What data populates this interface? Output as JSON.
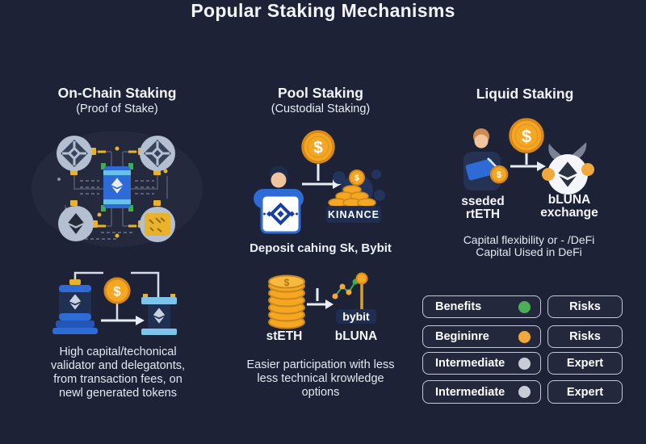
{
  "title": "Popular Staking Mechanisms",
  "symbols": {
    "dollar": "$"
  },
  "columns": {
    "onchain": {
      "heading": "On-Chain Staking",
      "subheading": "(Proof of Stake)",
      "caption_lines": [
        "High capital/techonical",
        "validator and delegatonts,",
        "from transaction fees, on",
        "newl generated tokens"
      ]
    },
    "pool": {
      "heading": "Pool Staking",
      "subheading": "(Custodial Staking)",
      "exchange_label": "KINANCE",
      "caption1": "Deposit cahing Sk, Bybit",
      "stack_label": "stETH",
      "chart_label": "bybit",
      "chart_sublabel": "bLUNA",
      "caption2_lines": [
        "Easier participation with less",
        "less technical krowledge",
        "options"
      ]
    },
    "liquid": {
      "heading": "Liquid Staking",
      "person_label_lines": [
        "sseded",
        "rtETH"
      ],
      "exchange_label_lines": [
        "bLUNA",
        "exchange"
      ],
      "caption_lines": [
        "Capital flexibility or - /DeFi",
        "Capital Uised in DeFi"
      ]
    }
  },
  "legend": {
    "rows": [
      {
        "left": "Benefits",
        "right": "Risks",
        "dot": "green"
      },
      {
        "left": "Begininre",
        "right": "Risks",
        "dot": "yellow"
      },
      {
        "left": "Intermediate",
        "right": "Expert",
        "dot": "gray"
      },
      {
        "left": "Intermediate",
        "right": "Expert",
        "dot": "gray"
      }
    ]
  },
  "colors": {
    "bg": "#1d2237",
    "text": "#f2f4f8",
    "gold": "#f5a623",
    "gold_dark": "#d9881a",
    "blue": "#2e6bd6",
    "light_blue": "#7cc4ea",
    "navy_panel": "#1f2d52",
    "circle_gray": "#b5bfd2",
    "dot_green": "#4caf58",
    "dot_yellow": "#f2a93b",
    "dot_gray": "#c8ccd4",
    "pill_border": "#c2c8d6"
  }
}
